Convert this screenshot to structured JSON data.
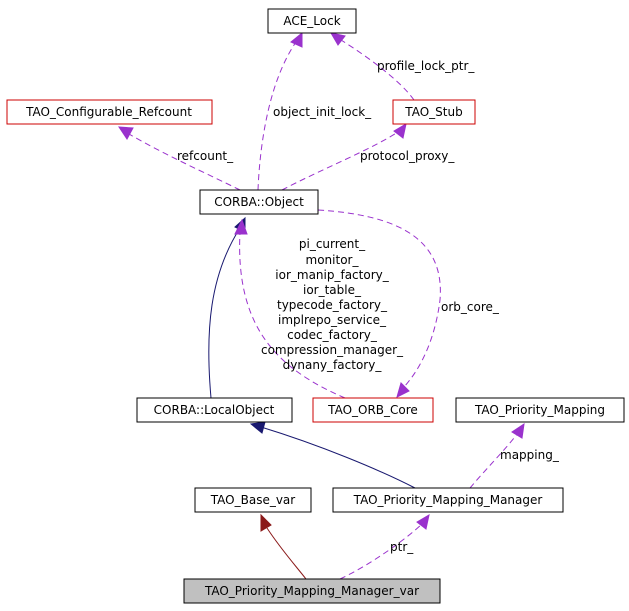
{
  "colors": {
    "node_border": "#000000",
    "node_border_highlight": "#cc0000",
    "node_fill_focus": "#c0c0c0",
    "inherit_public": "#191970",
    "inherit_protected": "#8b1a1a",
    "usage": "#9a32cd"
  },
  "nodes": {
    "ace_lock": "ACE_Lock",
    "tao_configurable_refcount": "TAO_Configurable_Refcount",
    "tao_stub": "TAO_Stub",
    "corba_object": "CORBA::Object",
    "corba_localobject": "CORBA::LocalObject",
    "tao_orb_core": "TAO_ORB_Core",
    "tao_priority_mapping": "TAO_Priority_Mapping",
    "tao_base_var": "TAO_Base_var",
    "tao_priority_mapping_manager": "TAO_Priority_Mapping_Manager",
    "tao_priority_mapping_manager_var": "TAO_Priority_Mapping_Manager_var"
  },
  "edge_labels": {
    "profile_lock_ptr": "profile_lock_ptr_",
    "object_init_lock": "object_init_lock_",
    "refcount": "refcount_",
    "protocol_proxy": "protocol_proxy_",
    "orb_core": "orb_core_",
    "orb_members": [
      "pi_current_",
      "monitor_",
      "ior_manip_factory_",
      "ior_table_",
      "typecode_factory_",
      "implrepo_service_",
      "codec_factory_",
      "compression_manager_",
      "dynany_factory_"
    ],
    "mapping": "mapping_",
    "ptr": "ptr_"
  }
}
